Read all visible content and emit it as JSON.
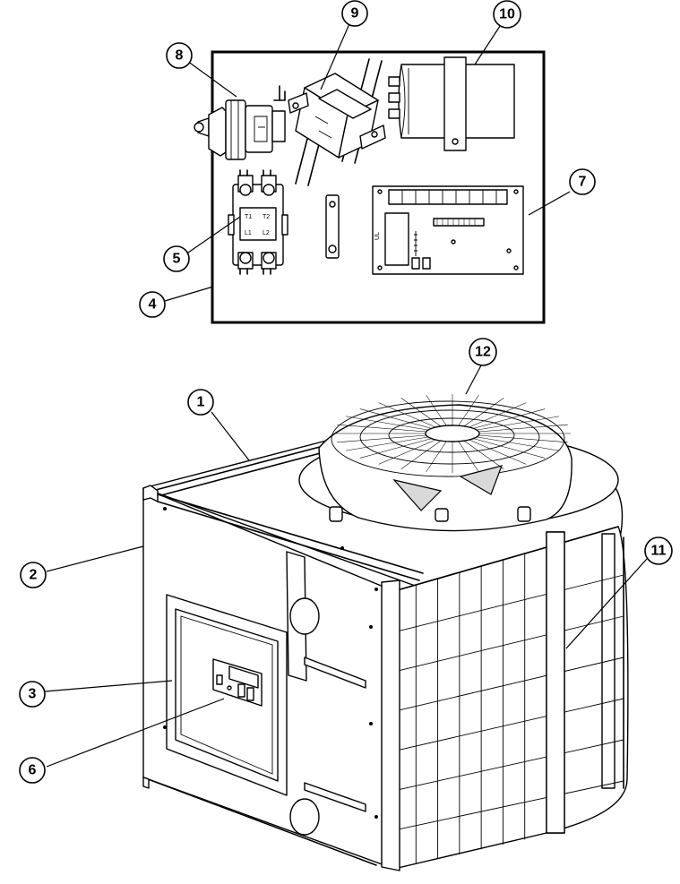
{
  "callouts": [
    {
      "id": "1",
      "label": "1"
    },
    {
      "id": "2",
      "label": "2"
    },
    {
      "id": "3",
      "label": "3"
    },
    {
      "id": "4",
      "label": "4"
    },
    {
      "id": "5",
      "label": "5"
    },
    {
      "id": "6",
      "label": "6"
    },
    {
      "id": "7",
      "label": "7"
    },
    {
      "id": "8",
      "label": "8"
    },
    {
      "id": "9",
      "label": "9"
    },
    {
      "id": "10",
      "label": "10"
    },
    {
      "id": "11",
      "label": "11"
    },
    {
      "id": "12",
      "label": "12"
    }
  ],
  "contactor": {
    "t1": "T1",
    "t2": "T2",
    "l1": "L1",
    "l2": "L2"
  },
  "board": {
    "mark": "UL"
  },
  "icons": {
    "fan-guard": "fan-grille-icon",
    "transformer": "transformer-icon",
    "capacitor": "capacitor-icon",
    "contactor": "contactor-icon",
    "pressure-switch": "pressure-switch-icon",
    "control-board": "circuit-board-icon"
  },
  "colors": {
    "line": "#000000",
    "background": "#ffffff"
  }
}
